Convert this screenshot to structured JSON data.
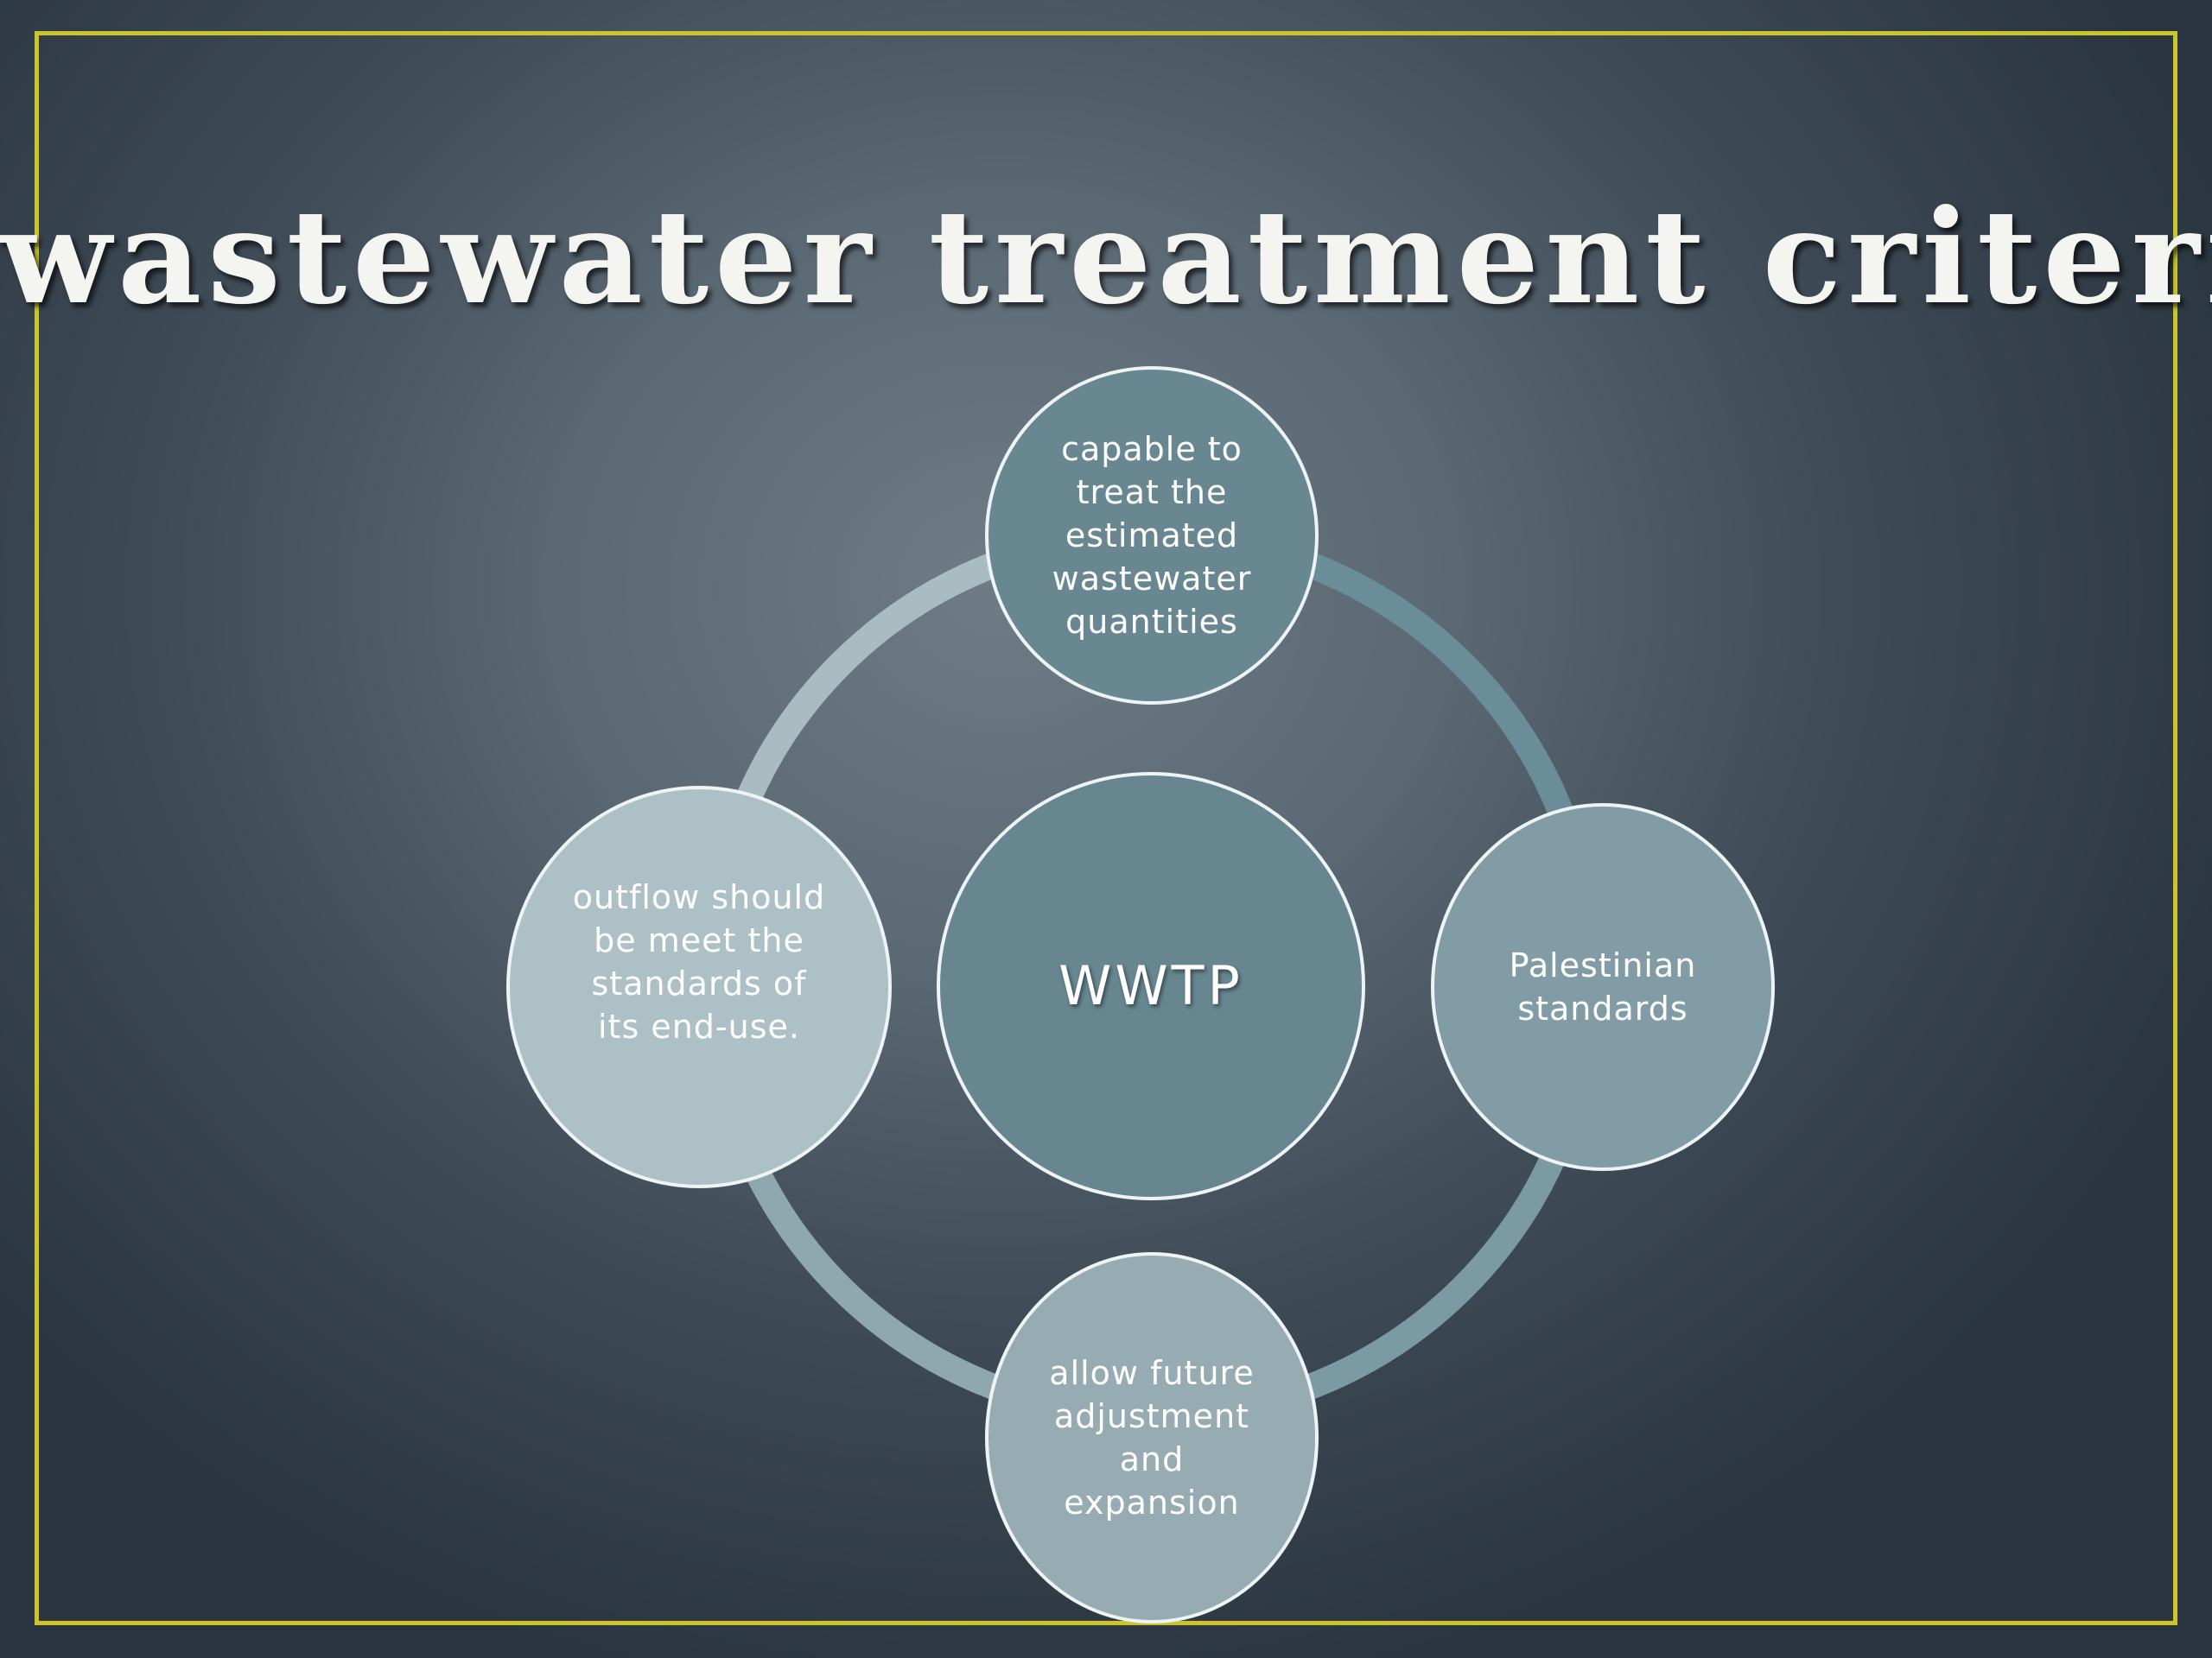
{
  "slide": {
    "title": "wastewater treatment criteria",
    "accent_color": "#c9c52a"
  },
  "diagram": {
    "type": "cycle",
    "center": {
      "label": "WWTP"
    },
    "nodes": [
      {
        "id": "top",
        "label": "capable to\ntreat the\nestimated\nwastewater\nquantities"
      },
      {
        "id": "right",
        "label": "Palestinian\nstandards"
      },
      {
        "id": "bottom",
        "label": "allow future\nadjustment\nand\nexpansion"
      },
      {
        "id": "left",
        "label": "outflow should\nbe meet the\nstandards of\nits end-use."
      }
    ],
    "colors": {
      "ring_segments": [
        "#6a8d99",
        "#7b9aa4",
        "#8fa8b0",
        "#a9bcc2"
      ],
      "center": "#678690",
      "top": "#688791",
      "right": "#819ca4",
      "bottom": "#96abb2",
      "left": "#adc0c5",
      "node_border": "#eef3f5"
    }
  }
}
